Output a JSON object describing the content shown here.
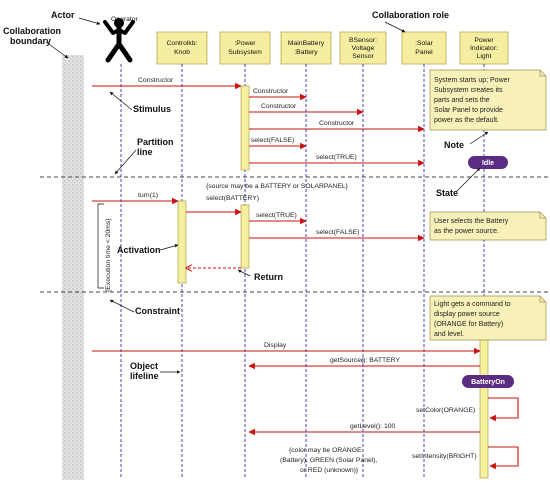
{
  "participants": [
    {
      "id": "ctrl",
      "line1": "Controlkb:",
      "line2": "Knob"
    },
    {
      "id": "power",
      "line1": ":Power",
      "line2": "Subsystem"
    },
    {
      "id": "battery",
      "line1": "MainBattery",
      "line2": ":Battery"
    },
    {
      "id": "bsensor",
      "line1": "BSensor:",
      "line2": "Voltage",
      "line3": "Sensor"
    },
    {
      "id": "solar",
      "line1": ":Solar",
      "line2": "Panel"
    },
    {
      "id": "light",
      "line1": "Power",
      "line2": "Indicator:",
      "line3": "Light"
    }
  ],
  "actor_label": "Operator",
  "annotations": {
    "actor": "Actor",
    "collab_boundary_1": "Collaboration",
    "collab_boundary_2": "boundary",
    "collab_role": "Collaboration role",
    "stimulus": "Stimulus",
    "partition_1": "Partition",
    "partition_2": "line",
    "note": "Note",
    "state": "State",
    "activation": "Activation",
    "return": "Return",
    "constraint": "Constraint",
    "object_lifeline_1": "Object",
    "object_lifeline_2": "lifeline",
    "timing": "{Execution time < 20ms}"
  },
  "messages": {
    "m1": "Constructor",
    "m2": "Constructor",
    "m3": "Constructor",
    "m4": "Constructor",
    "m5": "select(FALSE)",
    "m6": "select(TRUE)",
    "m7": "turn(1)",
    "m8_1": "{source may be a BATTERY or SOLARPANEL}",
    "m8_2": "select(BATTERY)",
    "m9": "select(TRUE)",
    "m10": "select(FALSE)",
    "m11": "Display",
    "m12": "getSource(): BATTERY",
    "m13": "setColor(ORANGE)",
    "m14": "getLevel(): 100",
    "m15": "setIntensity(BRIGHT)",
    "c1": "{color may be ORANGE",
    "c2": "(Battery), GREEN (Solar Panel),",
    "c3": "or RED (unknown)}"
  },
  "notes": {
    "n1": [
      "System starts up; Power",
      "Subsystem creates its",
      "parts and sets the",
      "Solar Panel to provide",
      "power as the default."
    ],
    "n2": [
      "User selects the Battery",
      "as the power source."
    ],
    "n3": [
      "Light gets a command to",
      "display power source",
      "(ORANGE for Battery)",
      "and level."
    ]
  },
  "states": {
    "idle": "Idle",
    "battery_on": "BatteryOn"
  },
  "colors": {
    "message_arrow": "#cc1111",
    "lifeline": "#3333aa",
    "activation_fill": "#f5f0a0",
    "participant_fill": "#f5eea0",
    "note_fill": "#f7f0b8",
    "state_fill": "#5a2d82",
    "boundary_fill": "#d8d8d8"
  }
}
